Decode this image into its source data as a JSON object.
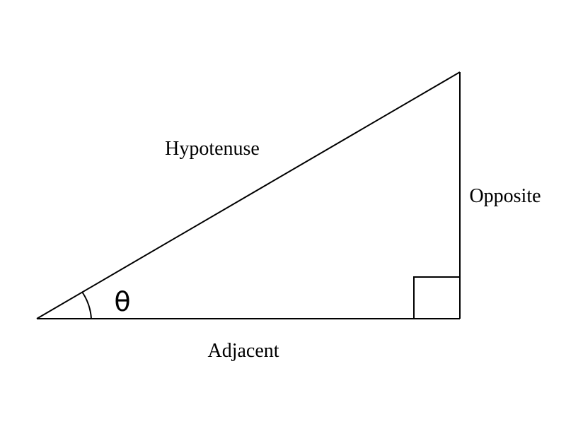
{
  "diagram": {
    "labels": {
      "hypotenuse": "Hypotenuse",
      "opposite": "Opposite",
      "adjacent": "Adjacent",
      "angle": "θ"
    },
    "colors": {
      "line": "#000000",
      "text": "#000000",
      "background": "#ffffff"
    }
  }
}
